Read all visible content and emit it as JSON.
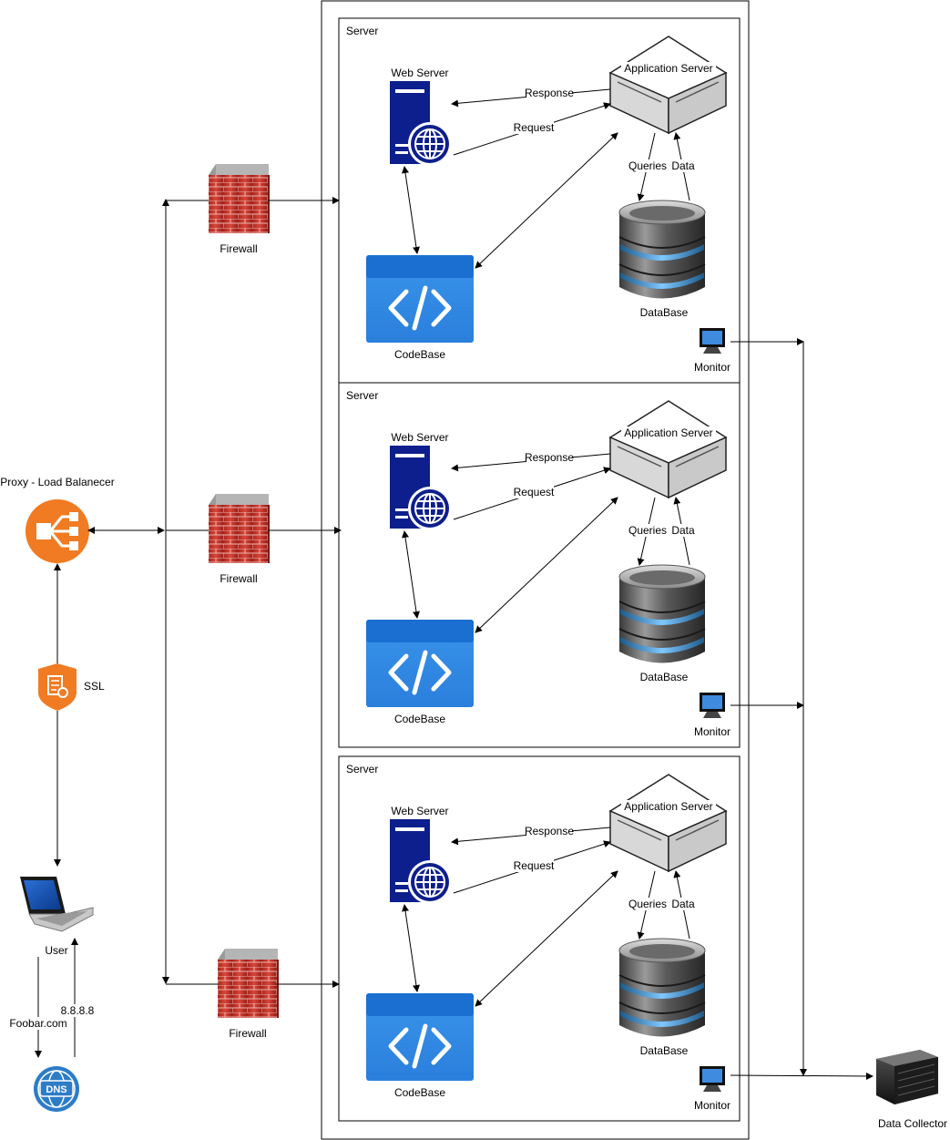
{
  "labels": {
    "server": "Server",
    "web_server": "Web Server",
    "application_server": "Application Server",
    "response": "Response",
    "request": "Request",
    "queries": "Queries",
    "data": "Data",
    "database": "DataBase",
    "codebase": "CodeBase",
    "monitor": "Monitor",
    "firewall": "Firewall",
    "load_balancer": "Proxy - Load Balanecer",
    "ssl": "SSL",
    "user": "User",
    "foobar": "Foobar.com",
    "dns_ip": "8.8.8.8",
    "dns_icon_text": "DNS",
    "data_collector": "Data Collector"
  },
  "colors": {
    "webserver_blue": "#0d1f8c",
    "codebase_blue": "#2c8be8",
    "firewall_red": "#c0352b",
    "loadbalancer_orange": "#f07b22",
    "dns_blue": "#2d7cc7"
  }
}
